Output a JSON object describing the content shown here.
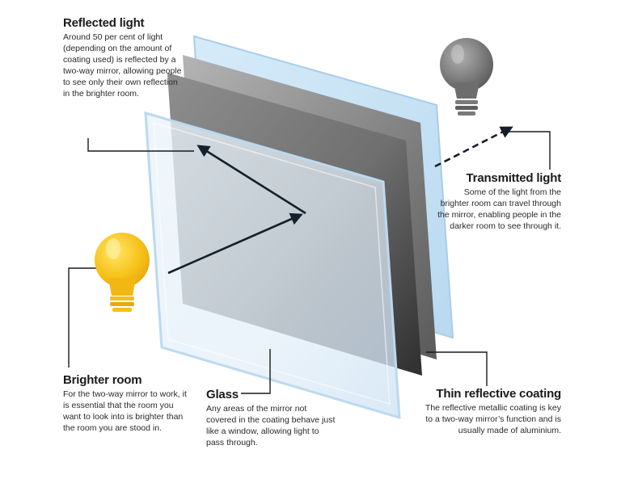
{
  "labels": {
    "reflected": {
      "title": "Reflected light",
      "body": "Around 50 per cent of light (depending on the amount of coating used) is reflected by a two-way mirror, allowing people to see only their own reflection in the brighter room."
    },
    "transmitted": {
      "title": "Transmitted light",
      "body": "Some of the light from the brighter room can travel through the mirror, enabling people in the darker room to see through it."
    },
    "brighter_room": {
      "title": "Brighter room",
      "body": "For the two-way mirror to work, it is essential that the room you want to look into is brighter than the room you are stood in."
    },
    "glass": {
      "title": "Glass",
      "body": "Any areas of the mirror not covered in the coating behave just like a window, allowing light to pass through."
    },
    "coating": {
      "title": "Thin reflective coating",
      "body": "The reflective metallic coating is key to a two-way mirror’s function and is usually made of aluminium."
    }
  },
  "colors": {
    "bright_bulb": "#f7c21a",
    "dark_bulb": "#777777",
    "glass_tint": "#cfe6f7",
    "coating_dark": "#3e3e3e",
    "arrow": "#14202b"
  },
  "icons": {
    "bright_bulb": "lightbulb-icon",
    "dark_bulb": "lightbulb-icon"
  }
}
